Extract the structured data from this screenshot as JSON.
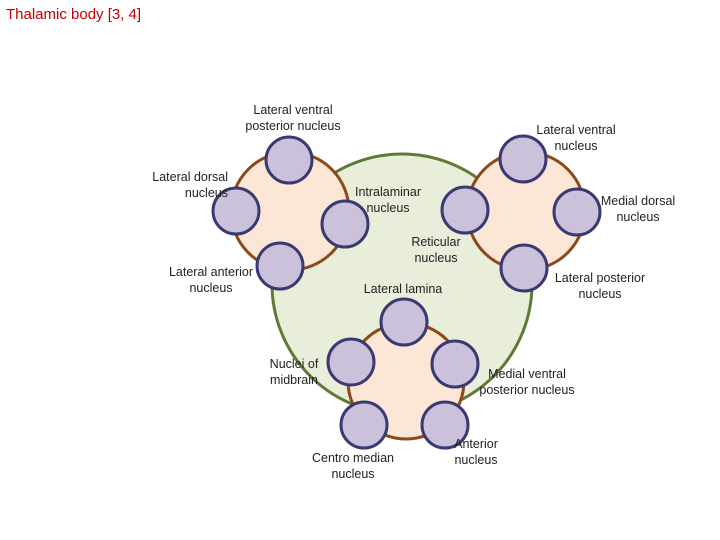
{
  "title": "Thalamic body [3, 4]",
  "colors": {
    "title": "#c00000",
    "central_circle_fill": "#e9eedb",
    "central_circle_stroke": "#5f7a34",
    "lobe_fill": "#fce6d6",
    "lobe_stroke": "#8b4a16",
    "node_fill": "#ccc1db",
    "node_stroke": "#3a3a72"
  },
  "labels": {
    "lateral_ventral_posterior": "Lateral ventral\nposterior nucleus",
    "lateral_ventral": "Lateral ventral\nnucleus",
    "lateral_dorsal": "Lateral dorsal\nnucleus",
    "intralaminar": "Intralaminar\nnucleus",
    "medial_dorsal": "Medial dorsal\nnucleus",
    "reticular": "Reticular\nnucleus",
    "lateral_anterior": "Lateral anterior\nnucleus",
    "lateral_lamina": "Lateral lamina",
    "lateral_posterior": "Lateral posterior\nnucleus",
    "nuclei_of_midbrain": "Nuclei of\nmidbrain",
    "medial_ventral_posterior": "Medial ventral\nposterior nucleus",
    "centro_median": "Centro median\nnucleus",
    "anterior": "Anterior\nnucleus"
  }
}
